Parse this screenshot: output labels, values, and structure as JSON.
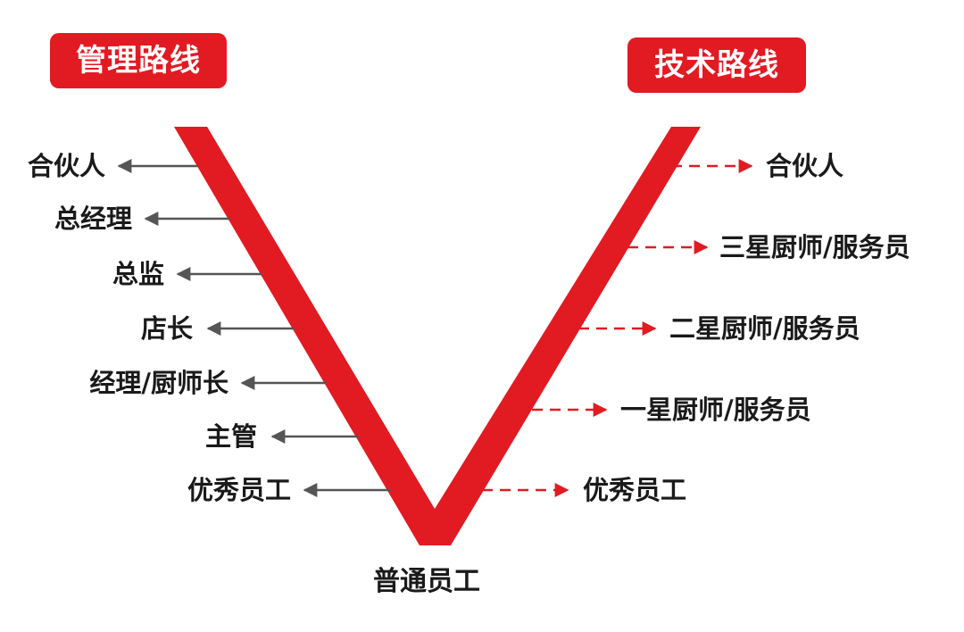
{
  "management": {
    "title": "管理路线",
    "levels": [
      "合伙人",
      "总经理",
      "总监",
      "店长",
      "经理/厨师长",
      "主管",
      "优秀员工"
    ]
  },
  "technical": {
    "title": "技术路线",
    "levels": [
      "合伙人",
      "三星厨师/服务员",
      "二星厨师/服务员",
      "一星厨师/服务员",
      "优秀员工"
    ]
  },
  "base": "普通员工",
  "colors": {
    "accent": "#e21a22",
    "arrow_gray": "#555555",
    "text": "#1a1a1a"
  }
}
